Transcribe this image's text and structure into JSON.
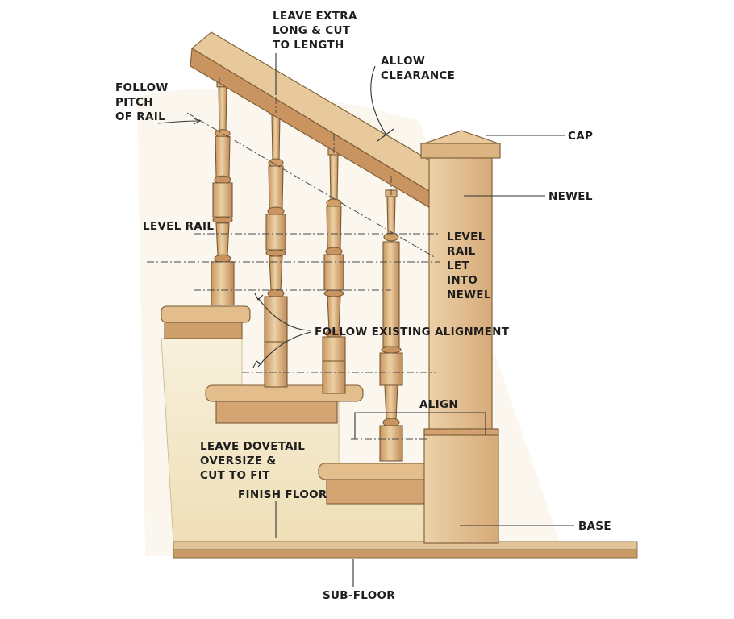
{
  "colors": {
    "paper": "#faf6ee",
    "wall": "#f1e6c9",
    "wood_light": "#e8c99c",
    "wood_mid": "#d9ae7b",
    "wood_dark": "#b98752",
    "line": "#333333"
  },
  "labels": {
    "leave_extra": [
      "LEAVE EXTRA",
      "LONG & CUT",
      "TO LENGTH"
    ],
    "allow_clearance": [
      "ALLOW",
      "CLEARANCE"
    ],
    "follow_pitch": [
      "FOLLOW",
      "PITCH",
      "OF RAIL"
    ],
    "cap": "CAP",
    "newel": "NEWEL",
    "level_rail": "LEVEL RAIL",
    "level_rail_let": [
      "LEVEL",
      "RAIL",
      "LET",
      "INTO",
      "NEWEL"
    ],
    "follow_alignment": "FOLLOW EXISTING ALIGNMENT",
    "align": "ALIGN",
    "leave_dovetail": [
      "LEAVE DOVETAIL",
      "OVERSIZE &",
      "CUT TO FIT"
    ],
    "finish_floor": "FINISH FLOOR",
    "base": "BASE",
    "sub_floor": "SUB-FLOOR"
  }
}
